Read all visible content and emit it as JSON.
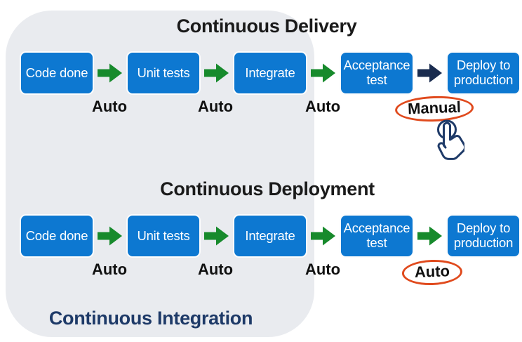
{
  "colors": {
    "blue": "#0d78d1",
    "green": "#178a2c",
    "navy_arrow": "#1a2c4f",
    "navy_text": "#1e3a68",
    "orange": "#e04a1d",
    "gray_region": "#e9ebef",
    "title_text": "#1a1a1a",
    "box_text": "#ffffff"
  },
  "delivery": {
    "title": "Continuous Delivery",
    "steps": [
      "Code done",
      "Unit tests",
      "Integrate",
      "Acceptance test",
      "Deploy to production"
    ],
    "transitions": [
      {
        "label": "Auto",
        "arrow": "green",
        "circled": false
      },
      {
        "label": "Auto",
        "arrow": "green",
        "circled": false
      },
      {
        "label": "Auto",
        "arrow": "green",
        "circled": false
      },
      {
        "label": "Manual",
        "arrow": "navy",
        "circled": true
      }
    ]
  },
  "deployment": {
    "title": "Continuous Deployment",
    "steps": [
      "Code done",
      "Unit tests",
      "Integrate",
      "Acceptance test",
      "Deploy to production"
    ],
    "transitions": [
      {
        "label": "Auto",
        "arrow": "green",
        "circled": false
      },
      {
        "label": "Auto",
        "arrow": "green",
        "circled": false
      },
      {
        "label": "Auto",
        "arrow": "green",
        "circled": false
      },
      {
        "label": "Auto",
        "arrow": "green",
        "circled": true
      }
    ]
  },
  "integration": {
    "title": "Continuous Integration"
  },
  "icons": {
    "manual_gesture": "tap-hand-icon"
  }
}
